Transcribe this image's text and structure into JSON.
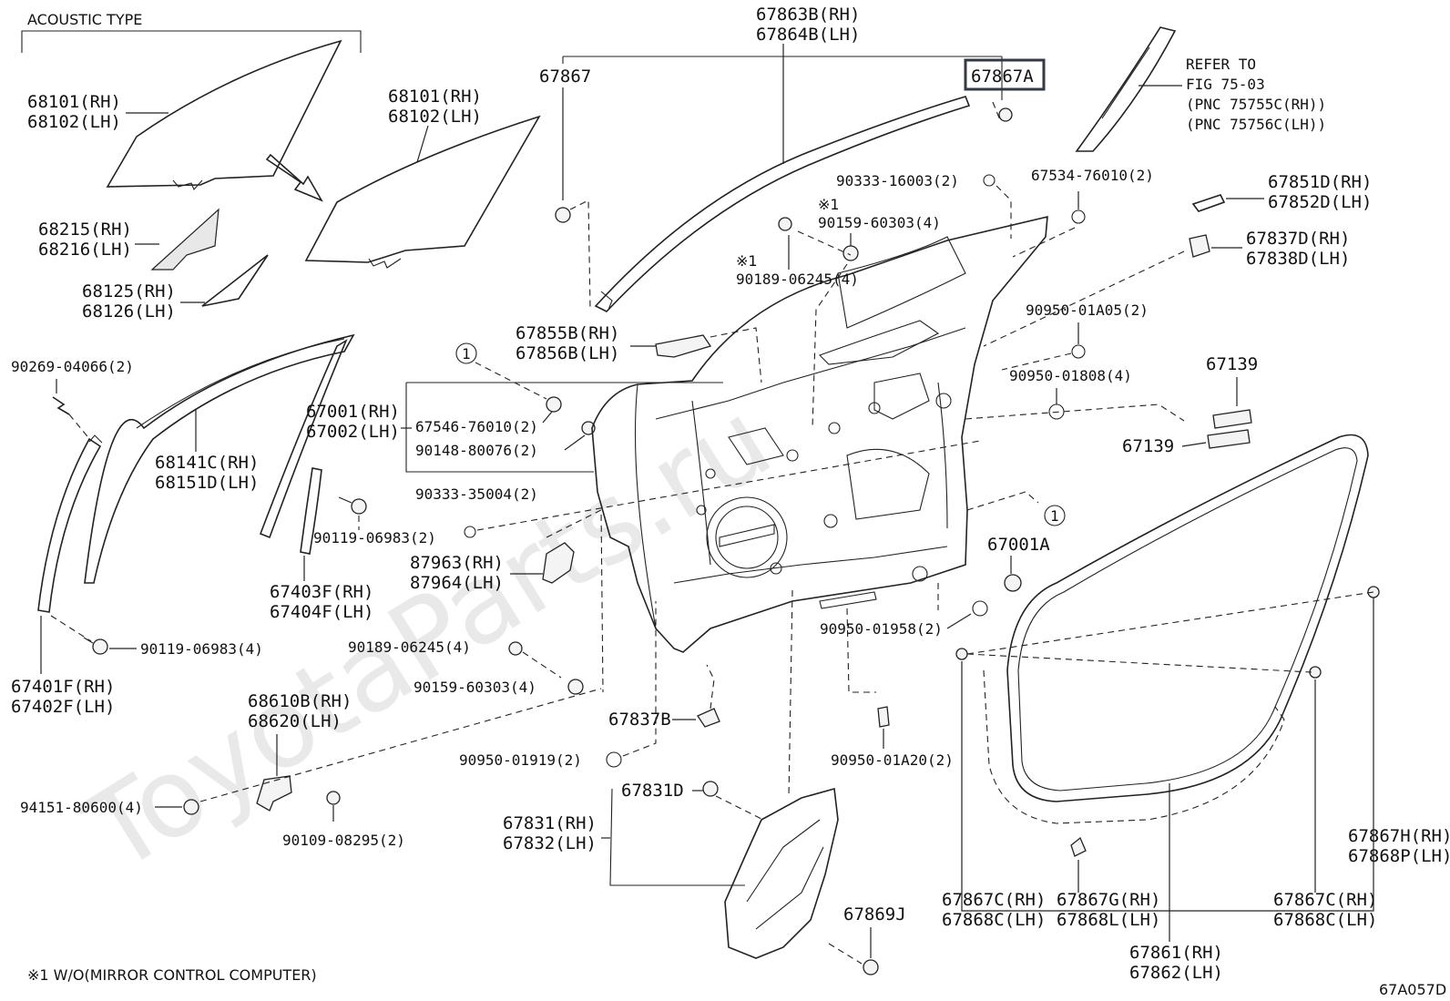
{
  "header": {
    "acoustic_type": "ACOUSTIC TYPE"
  },
  "watermark": "ToyotaParts.ru",
  "footnote": "※1  W/O(MIRROR CONTROL COMPUTER)",
  "figure_code": "67A057D",
  "highlighted_part": "67867A",
  "refer": {
    "line1": "REFER TO",
    "line2": "FIG 75-03",
    "line3": "(PNC 75755C(RH))",
    "line4": "(PNC 75756C(LH))"
  },
  "circle_marker": "1",
  "note_mark": "※1",
  "labels": {
    "p68101_a_rh": "68101(RH)",
    "p68102_a_lh": "68102(LH)",
    "p68101_b_rh": "68101(RH)",
    "p68102_b_lh": "68102(LH)",
    "p68215": "68215(RH)",
    "p68216": "68216(LH)",
    "p68125": "68125(RH)",
    "p68126": "68126(LH)",
    "p90269": "90269-04066(2)",
    "p68141": "68141C(RH)",
    "p68151": "68151D(LH)",
    "p67001": "67001(RH)",
    "p67002": "67002(LH)",
    "p90119a": "90119-06983(2)",
    "p67403": "67403F(RH)",
    "p67404": "67404F(LH)",
    "p90119b": "90119-06983(4)",
    "p67401": "67401F(RH)",
    "p67402": "67402F(LH)",
    "p68610": "68610B(RH)",
    "p68620": "68620(LH)",
    "p94151": "94151-80600(4)",
    "p90109": "90109-08295(2)",
    "p67863": "67863B(RH)",
    "p67864": "67864B(LH)",
    "p67867": "67867",
    "p90333a": "90333-16003(2)",
    "p67534": "67534-76010(2)",
    "p90159a": "90159-60303(4)",
    "p90189a": "90189-06245(4)",
    "p67855": "67855B(RH)",
    "p67856": "67856B(LH)",
    "p67546": "67546-76010(2)",
    "p90148": "90148-80076(2)",
    "p90333b": "90333-35004(2)",
    "p87963": "87963(RH)",
    "p87964": "87964(LH)",
    "p90189b": "90189-06245(4)",
    "p90159b": "90159-60303(4)",
    "p67837b": "67837B",
    "p90950_1919": "90950-01919(2)",
    "p67831d": "67831D",
    "p67831": "67831(RH)",
    "p67832": "67832(LH)",
    "p67869j": "67869J",
    "p90950_1a20": "90950-01A20(2)",
    "p90950_1958": "90950-01958(2)",
    "p67001a": "67001A",
    "p90950_1808": "90950-01808(4)",
    "p90950_1a05": "90950-01A05(2)",
    "p67139a": "67139",
    "p67139b": "67139",
    "p67851": "67851D(RH)",
    "p67852": "67852D(LH)",
    "p67837d": "67837D(RH)",
    "p67838d": "67838D(LH)",
    "p67867h": "67867H(RH)",
    "p67868p": "67868P(LH)",
    "p67867c_a": "67867C(RH)",
    "p67868c_a": "67868C(LH)",
    "p67867g": "67867G(RH)",
    "p67868l": "67868L(LH)",
    "p67867c_b": "67867C(RH)",
    "p67868c_b": "67868C(LH)",
    "p67861": "67861(RH)",
    "p67862": "67862(LH)"
  }
}
